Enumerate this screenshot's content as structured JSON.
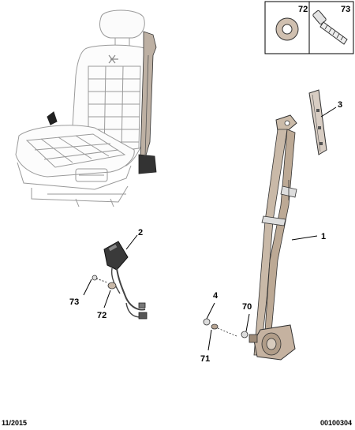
{
  "parts_box": {
    "items": [
      {
        "ref": "72",
        "name": "washer"
      },
      {
        "ref": "73",
        "name": "bolt"
      }
    ]
  },
  "callouts": [
    {
      "id": "c1",
      "ref": "1"
    },
    {
      "id": "c2",
      "ref": "2"
    },
    {
      "id": "c3",
      "ref": "3"
    },
    {
      "id": "c4",
      "ref": "4"
    },
    {
      "id": "c70",
      "ref": "70"
    },
    {
      "id": "c71",
      "ref": "71"
    },
    {
      "id": "c72",
      "ref": "72"
    },
    {
      "id": "c73",
      "ref": "73"
    }
  ],
  "footer": {
    "date": "11/2015",
    "reference": "00100304"
  },
  "colors": {
    "line": "#3a3a3a",
    "belt_fill": "#c9b9a8",
    "belt_dark": "#8d7b6a",
    "seat_line": "#9a9a9a",
    "metal": "#d9d9d9"
  }
}
